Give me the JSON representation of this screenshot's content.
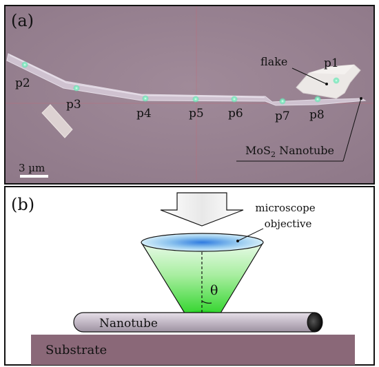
{
  "panel_a": {
    "label": "(a)",
    "points": [
      "p1",
      "p2",
      "p3",
      "p4",
      "p5",
      "p6",
      "p7",
      "p8"
    ],
    "flake_label": "flake",
    "nanotube_label_main": "MoS",
    "nanotube_label_sub": "2",
    "nanotube_label_rest": " Nanotube",
    "scale_bar_label": "3 µm"
  },
  "panel_b": {
    "label": "(b)",
    "objective_label_line1": "microscope",
    "objective_label_line2": "objective",
    "angle_label": "θ",
    "nanotube_label": "Nanotube",
    "substrate_label": "Substrate"
  },
  "colors": {
    "micrograph_background": "#9a8494",
    "flake": "#ebe6e3",
    "laser_spot": "#5fe0b0",
    "substrate": "#8a6878",
    "nanotube": "#c4bbc6",
    "beam_green": "#3ed83a",
    "lens_blue": "#2f7be0"
  }
}
